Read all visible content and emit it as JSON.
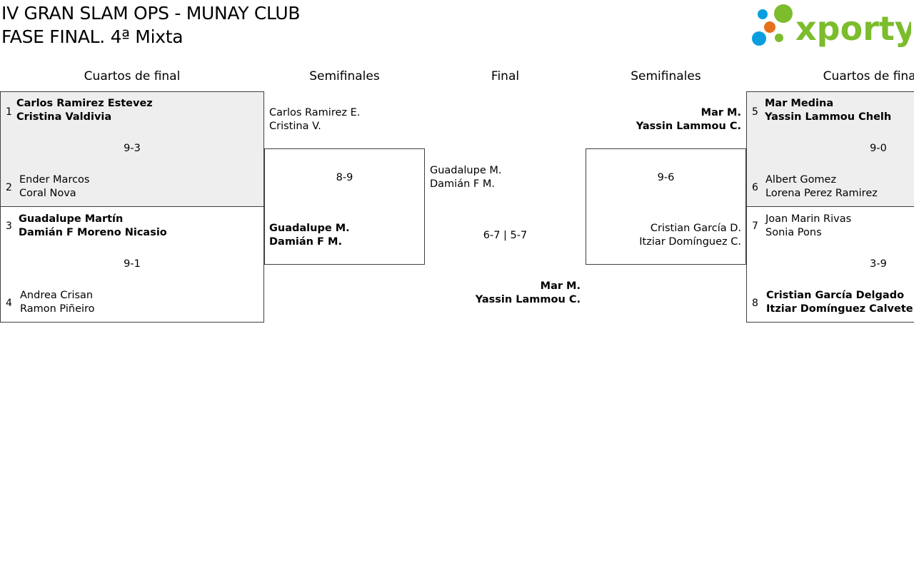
{
  "header": {
    "title_line1": "IV GRAN SLAM OPS - MUNAY CLUB",
    "title_line2": "FASE FINAL. 4ª Mixta",
    "logo_text": "xporty",
    "logo_colors": [
      "#0a9ee0",
      "#e8701a",
      "#7cbc2d"
    ]
  },
  "rounds": {
    "left_quarter": "Cuartos de final",
    "left_semi": "Semifinales",
    "final": "Final",
    "right_semi": "Semifinales",
    "right_quarter": "Cuartos de final"
  },
  "left_quarters": [
    {
      "top": {
        "seed": "1",
        "p1": "Carlos Ramirez Estevez",
        "p2": "Cristina Valdivia"
      },
      "bottom": {
        "seed": "2",
        "p1": "Ender Marcos",
        "p2": "Coral Nova"
      },
      "score": "9-3"
    },
    {
      "top": {
        "seed": "3",
        "p1": "Guadalupe Martín",
        "p2": "Damián F Moreno Nicasio"
      },
      "bottom": {
        "seed": "4",
        "p1": "Andrea Crisan",
        "p2": "Ramon Piñeiro"
      },
      "score": "9-1"
    }
  ],
  "right_quarters": [
    {
      "top": {
        "seed": "5",
        "p1": "Mar Medina",
        "p2": "Yassin Lammou Chelh"
      },
      "bottom": {
        "seed": "6",
        "p1": "Albert Gomez",
        "p2": "Lorena Perez Ramirez"
      },
      "score": "9-0"
    },
    {
      "top": {
        "seed": "7",
        "p1": "Joan Marin Rivas",
        "p2": "Sonia Pons"
      },
      "bottom": {
        "seed": "8",
        "p1": "Cristian García Delgado",
        "p2": "Itziar Domínguez Calvete"
      },
      "score": "3-9"
    }
  ],
  "left_semi": {
    "top": {
      "p1": "Carlos Ramirez E.",
      "p2": "Cristina V."
    },
    "bottom": {
      "p1": "Guadalupe M.",
      "p2": "Damián F M."
    },
    "score": "8-9"
  },
  "right_semi": {
    "top": {
      "p1": "Mar M.",
      "p2": "Yassin Lammou C."
    },
    "bottom": {
      "p1": "Cristian García D.",
      "p2": "Itziar Domínguez C."
    },
    "score": "9-6"
  },
  "final": {
    "left": {
      "p1": "Guadalupe M.",
      "p2": "Damián F M."
    },
    "right": {
      "p1": "Mar M.",
      "p2": "Yassin Lammou C."
    },
    "score": "6-7 | 5-7"
  }
}
